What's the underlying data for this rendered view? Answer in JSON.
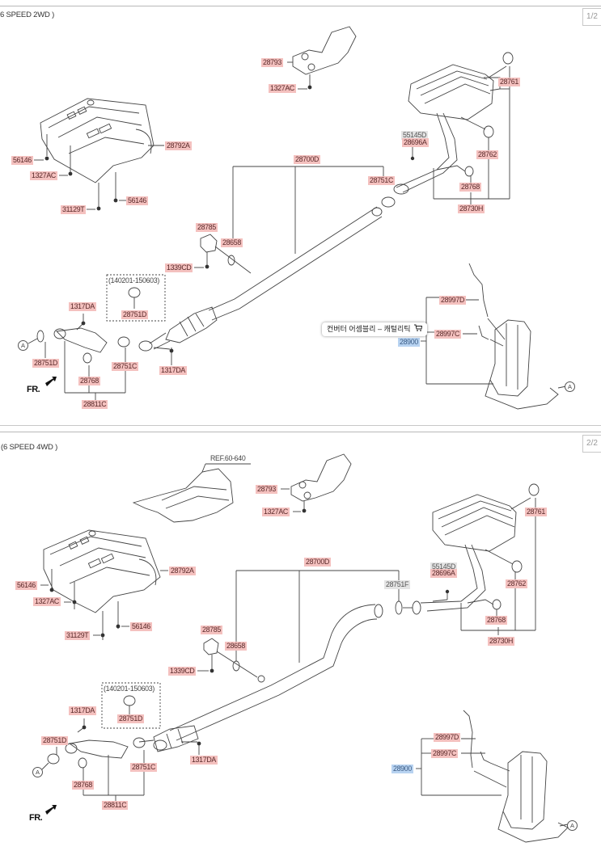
{
  "panels": [
    {
      "caption": "6 SPEED 2WD )",
      "page": "1/2",
      "labels": {
        "l28793": "28793",
        "l1327AC_top": "1327AC",
        "l28761": "28761",
        "l55145D": "55145D",
        "l28696A": "28696A",
        "l28762": "28762",
        "l28751C_right": "28751C",
        "l28768_right": "28768",
        "l28730H": "28730H",
        "l28700D": "28700D",
        "l56146_a": "56146",
        "l28792A": "28792A",
        "l1327AC_left": "1327AC",
        "l31129T": "31129T",
        "l56146_b": "56146",
        "l28785": "28785",
        "l28658": "28658",
        "l1339CD": "1339CD",
        "l_range": "(140201-150603)",
        "l28751D_box": "28751D",
        "l1317DA_a": "1317DA",
        "l28751D_left": "28751D",
        "l28768_left": "28768",
        "l28751C_left": "28751C",
        "l1317DA_b": "1317DA",
        "l28811C": "28811C",
        "l28997D": "28997D",
        "l28997C": "28997C",
        "l28900": "28900",
        "circle_a": "A",
        "circle_a2": "A",
        "front": "FR."
      }
    },
    {
      "caption": "(6 SPEED 4WD )",
      "page": "2/2",
      "labels": {
        "ref": "REF.60-640",
        "l28793": "28793",
        "l1327AC_top": "1327AC",
        "l28761": "28761",
        "l55145D": "55145D",
        "l28696A": "28696A",
        "l28762": "28762",
        "l28751F": "28751F",
        "l28768_right": "28768",
        "l28730H": "28730H",
        "l28700D": "28700D",
        "l56146_a": "56146",
        "l28792A": "28792A",
        "l1327AC_left": "1327AC",
        "l31129T": "31129T",
        "l56146_b": "56146",
        "l28785": "28785",
        "l28658": "28658",
        "l1339CD": "1339CD",
        "l_range": "(140201-150603)",
        "l28751D_box": "28751D",
        "l1317DA_a": "1317DA",
        "l28751D_left": "28751D",
        "l28768_left": "28768",
        "l28751C_left": "28751C",
        "l1317DA_b": "1317DA",
        "l28811C": "28811C",
        "l28997D": "28997D",
        "l28997C": "28997C",
        "l28900": "28900",
        "circle_a": "A",
        "circle_a2": "A",
        "front": "FR."
      }
    }
  ],
  "tooltip": {
    "text": "컨버터 어셈블리 – 캐털리틱",
    "icon": "cart-icon"
  },
  "colors": {
    "label_bg": "#f4c1bf",
    "selected_label_bg": "#b8d3f1",
    "neutral_label_bg": "#e4e4e4"
  }
}
